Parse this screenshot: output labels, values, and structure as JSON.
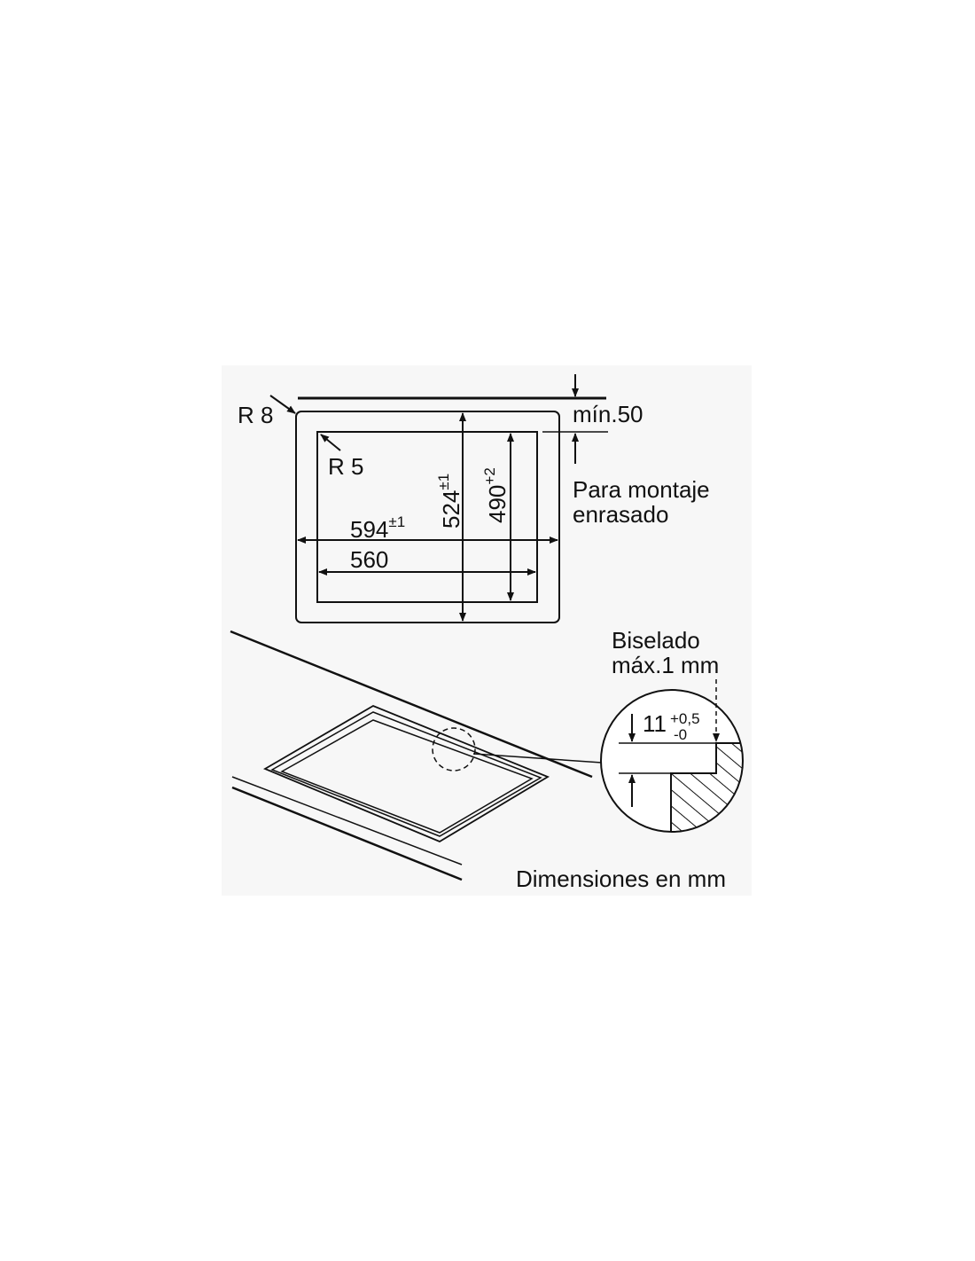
{
  "top_view": {
    "outer_radius": "R 8",
    "inner_radius": "R 5",
    "min_distance": "mín.50",
    "width_outer": "594",
    "width_outer_tol": "±1",
    "width_inner": "560",
    "depth_outer": "524",
    "depth_outer_tol": "±1",
    "depth_inner": "490",
    "depth_inner_tol": "+2",
    "note_line1": "Para montaje",
    "note_line2": "enrasado"
  },
  "detail": {
    "bevel_line1": "Biselado",
    "bevel_line2": "máx.1 mm",
    "depth_value": "11",
    "tol_plus": "+0,5",
    "tol_minus": "-0"
  },
  "caption": "Dimensiones en mm"
}
